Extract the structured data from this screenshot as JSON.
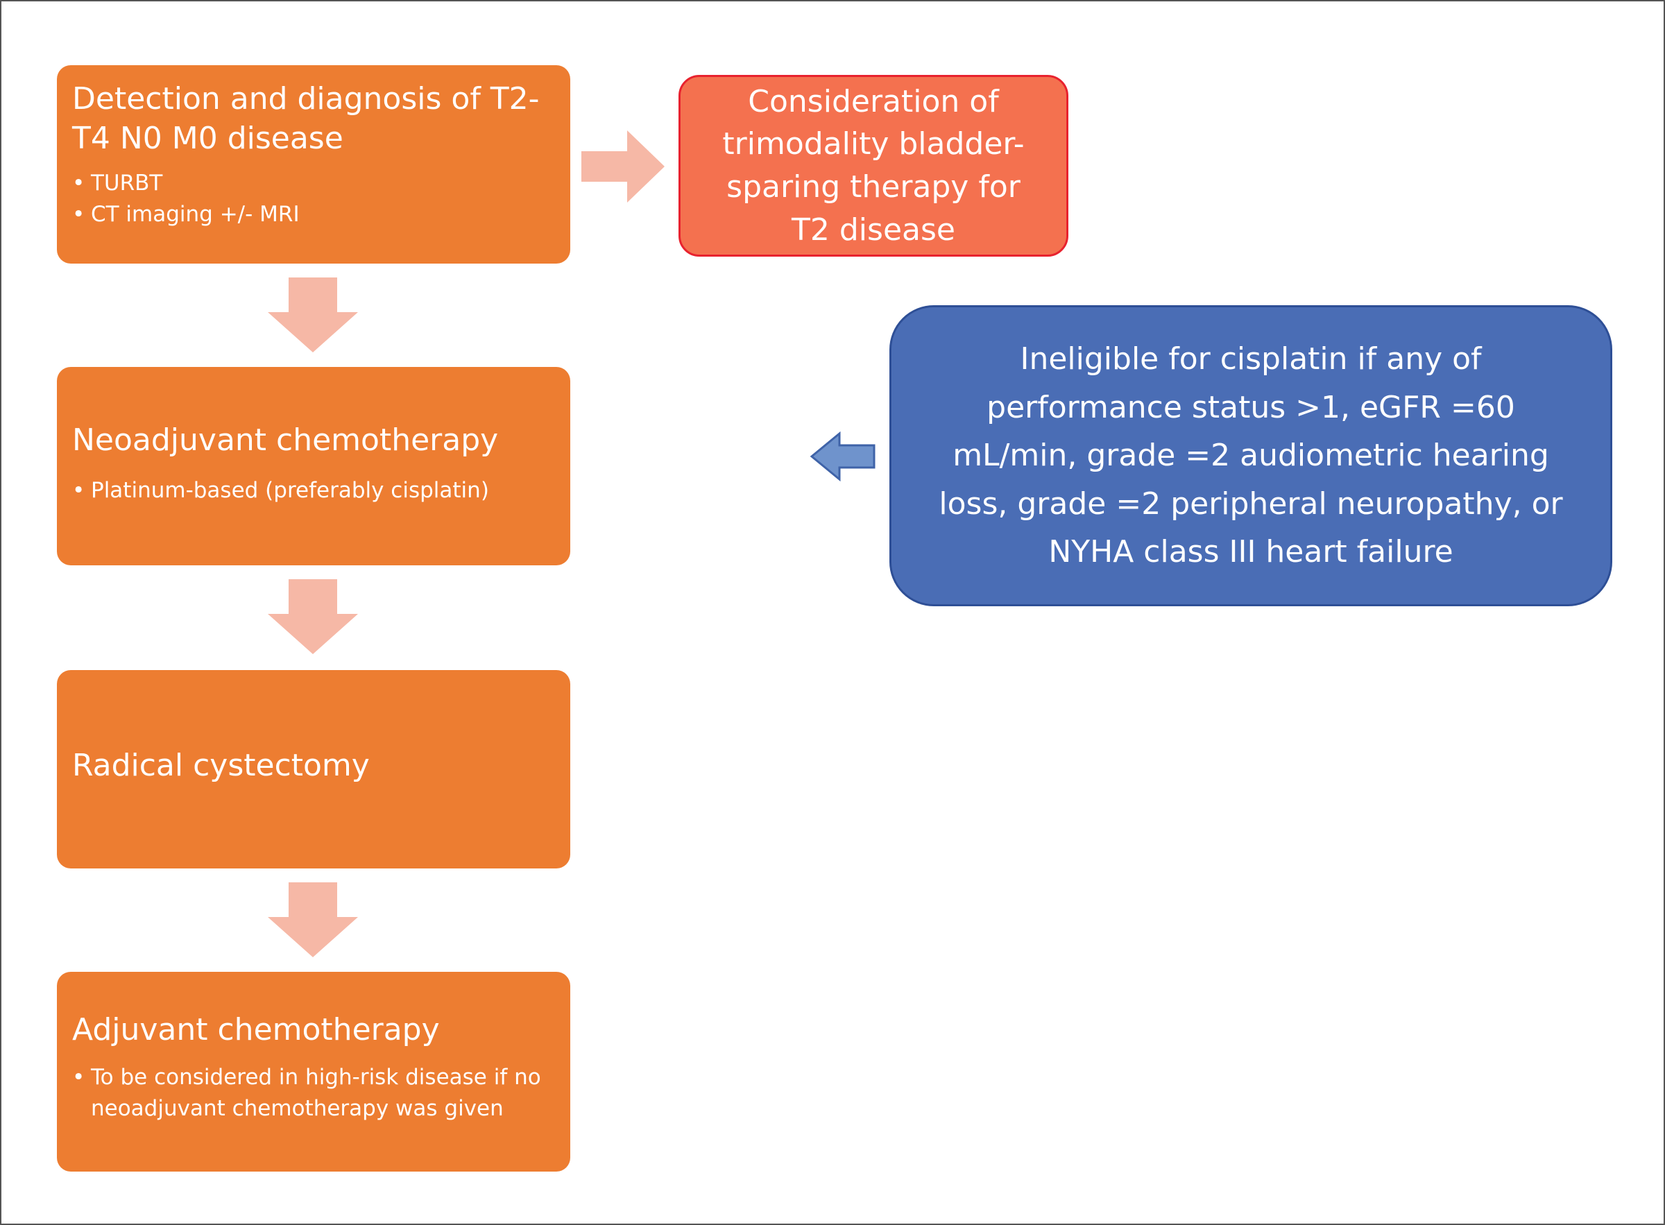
{
  "boxes": {
    "detection": {
      "title": "Detection and diagnosis of T2-T4 N0 M0 disease",
      "bullets": [
        "TURBT",
        "CT imaging +/- MRI"
      ]
    },
    "neoadjuvant": {
      "title": "Neoadjuvant chemotherapy",
      "bullets": [
        "Platinum-based (preferably cisplatin)"
      ]
    },
    "cystectomy": {
      "title": "Radical cystectomy"
    },
    "adjuvant": {
      "title": "Adjuvant chemotherapy",
      "bullets": [
        "To be considered in high-risk disease if no neoadjuvant chemotherapy was given"
      ]
    },
    "trimodality": {
      "title": "Consideration of trimodality bladder-sparing therapy for T2 disease"
    },
    "cisplatin_ineligible": {
      "title": "Ineligible for cisplatin if any of performance status >1, eGFR =60 mL/min, grade =2 audiometric hearing loss, grade =2 peripheral neuropathy, or NYHA class III heart failure"
    }
  },
  "colors": {
    "orange_box": "#ed7d31",
    "salmon_arrow": "#f6b8a6",
    "trimodality_fill": "#f4714f",
    "trimodality_border": "#e8222e",
    "blue_box": "#4a6db5",
    "blue_arrow": "#6f93cc"
  }
}
